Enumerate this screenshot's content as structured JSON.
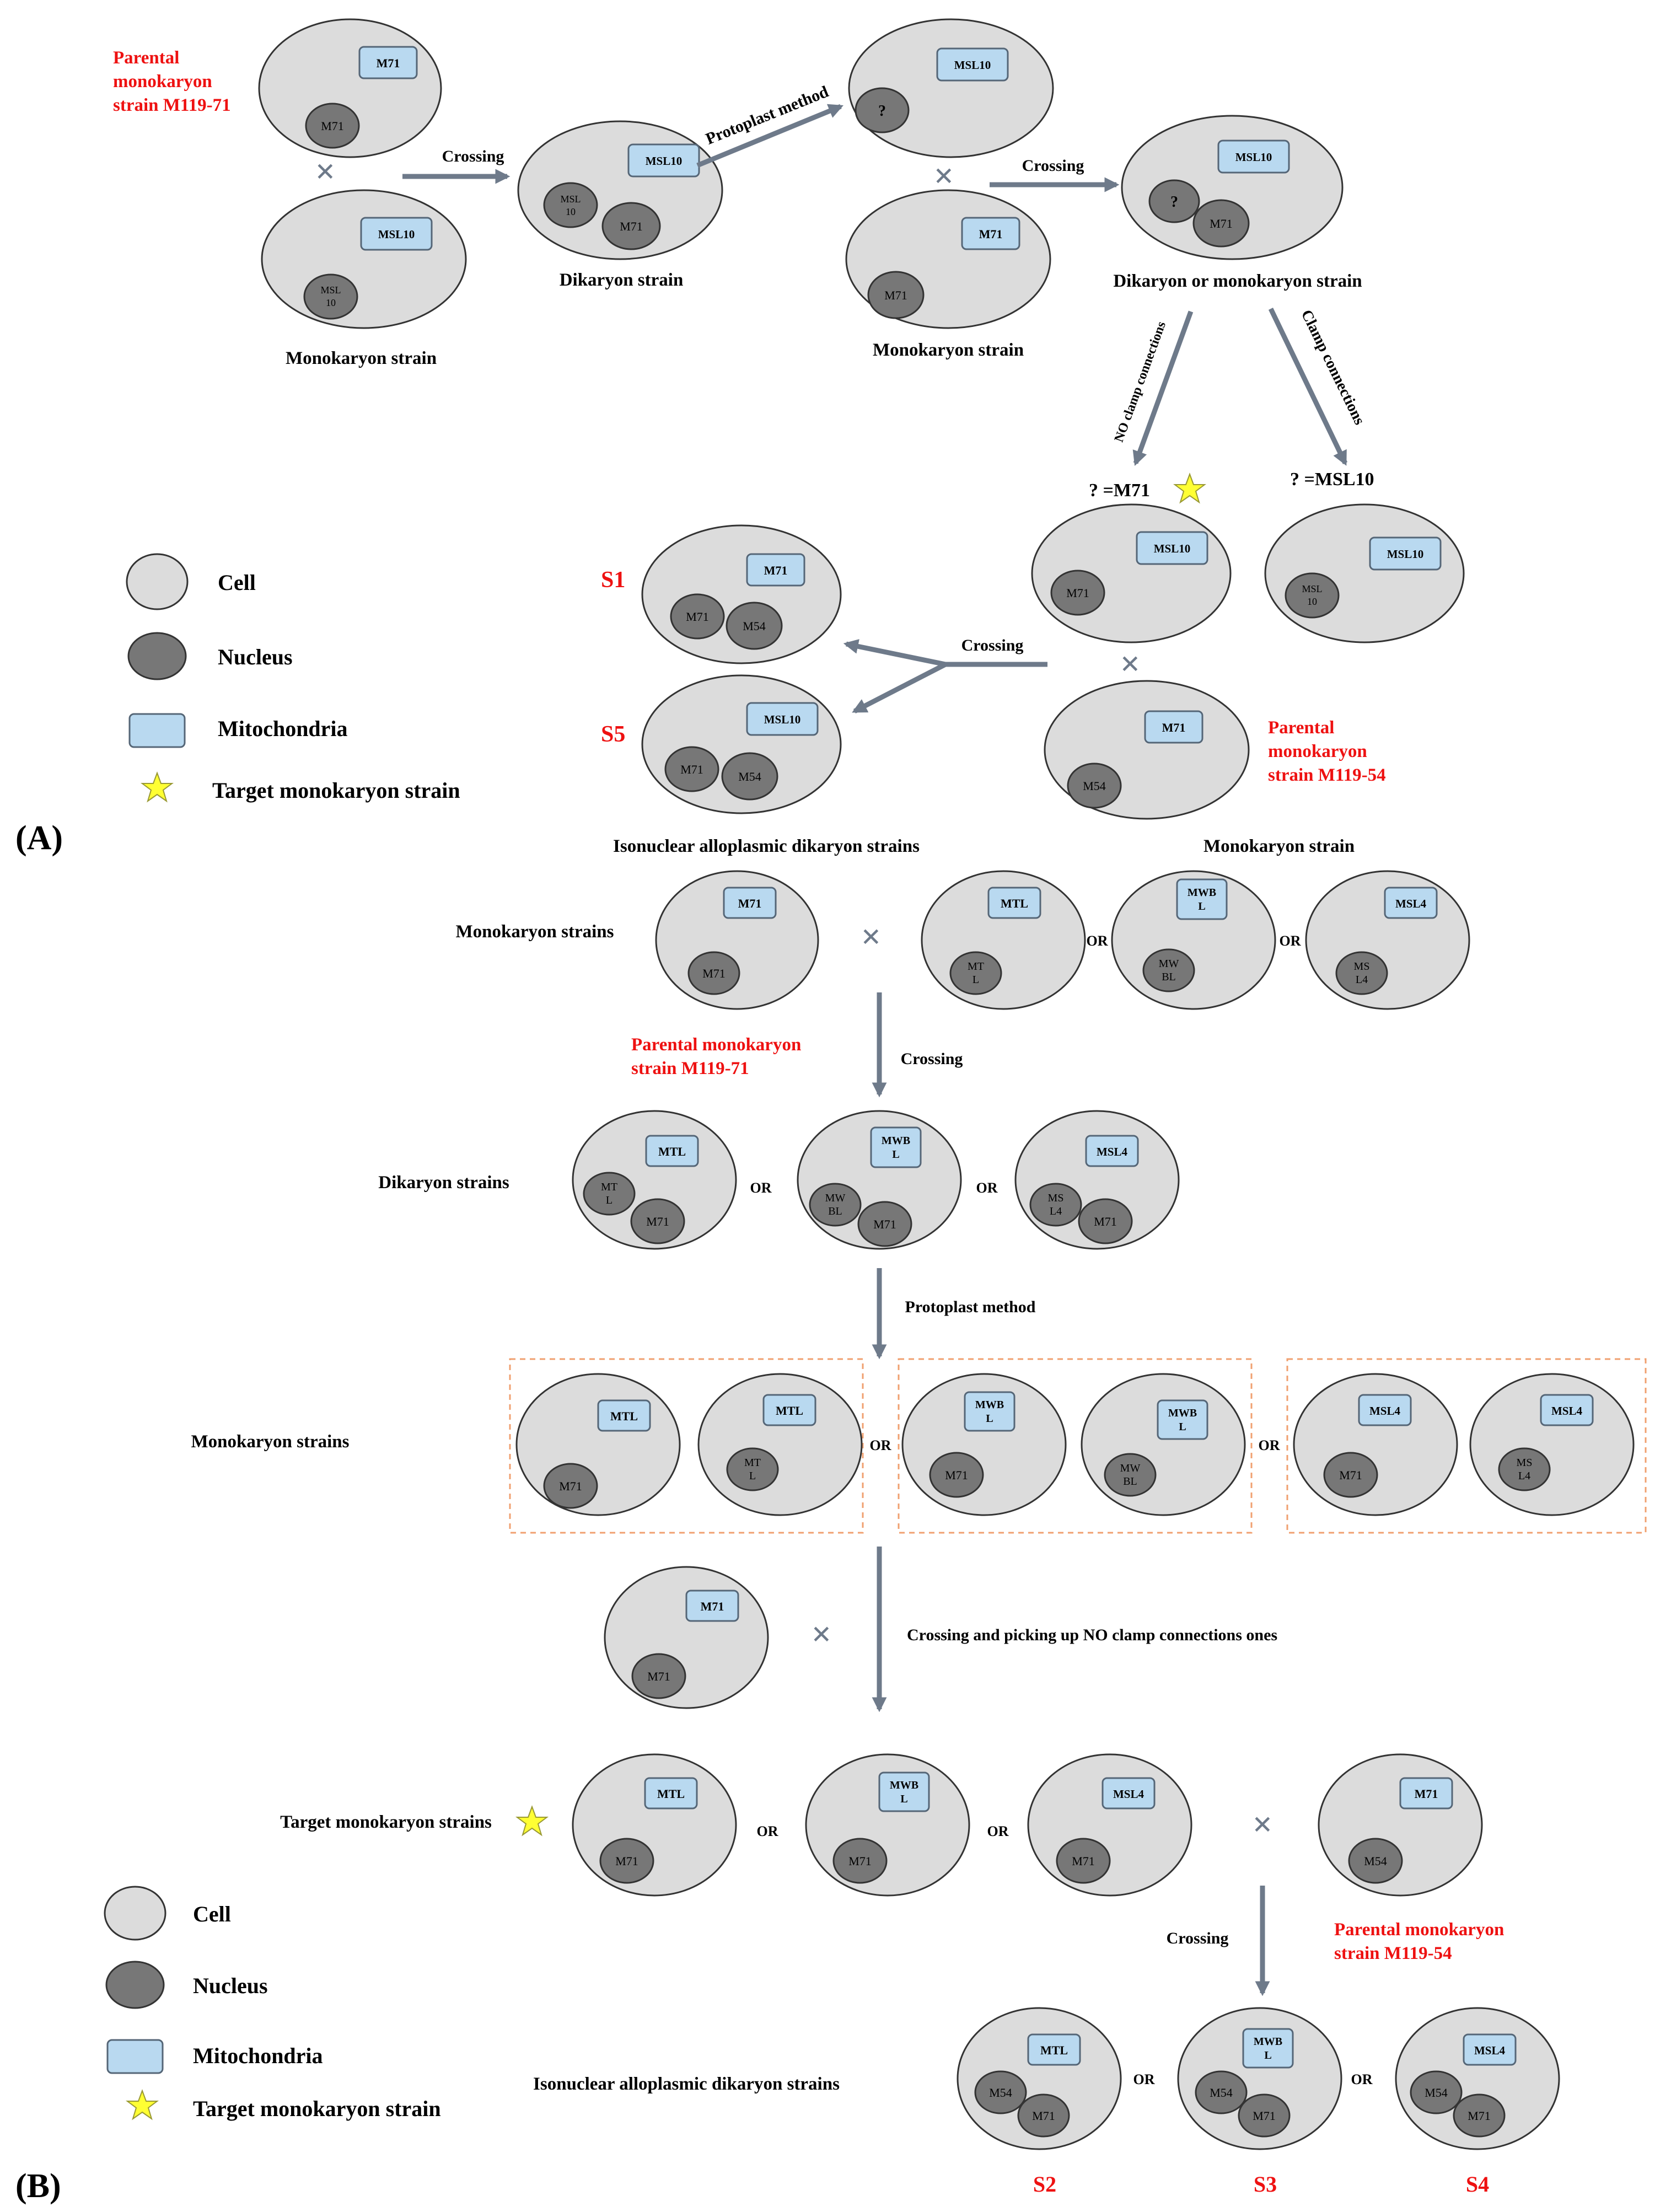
{
  "colors": {
    "cell_fill": "#dcdcdc",
    "cell_stroke": "#333333",
    "nucleus_fill": "#777777",
    "mito_fill": "#b9d9f0",
    "mito_stroke": "#556677",
    "arrow": "#6e7a8a",
    "red_text": "#ee1111",
    "dash_box": "#f0a070",
    "star": "#ffff33"
  },
  "panel_a": {
    "panel_label": "(A)",
    "parental_71_line1": "Parental",
    "parental_71_line2": "monokaryon",
    "parental_71_line3": "strain M119-71",
    "mito_m71": "M71",
    "nuc_m71": "M71",
    "mito_msl10": "MSL10",
    "nuc_msl10_l1": "MSL",
    "nuc_msl10_l2": "10",
    "nuc_unknown": "?",
    "crossing_1": "Crossing",
    "protoplast_method": "Protoplast method",
    "crossing_2": "Crossing",
    "monokaryon_strain_1": "Monokaryon strain",
    "dikaryon_strain": "Dikaryon strain",
    "monokaryon_strain_2": "Monokaryon strain",
    "dikaryon_or_monokaryon": "Dikaryon or monokaryon strain",
    "no_clamp": "NO clamp connections",
    "clamp": "Clamp connections",
    "result_m71": "? =M71",
    "result_msl10": "? =MSL10",
    "crossing_3": "Crossing",
    "s1": "S1",
    "s5": "S5",
    "nuc_m54": "M54",
    "parental_54_line1": "Parental",
    "parental_54_line2": "monokaryon",
    "parental_54_line3": "strain M119-54",
    "isonuclear_label": "Isonuclear alloplasmic dikaryon strains",
    "monokaryon_strain_3": "Monokaryon strain",
    "legend": {
      "cell": "Cell",
      "nucleus": "Nucleus",
      "mitochondria": "Mitochondria",
      "target": "Target monokaryon strain"
    }
  },
  "panel_b": {
    "panel_label": "(B)",
    "or": "OR",
    "mito_mtl": "MTL",
    "nuc_mtl_l1": "MT",
    "nuc_mtl_l2": "L",
    "mito_mwbl_l1": "MWB",
    "mito_mwbl_l2": "L",
    "nuc_mwbl_l1": "MW",
    "nuc_mwbl_l2": "BL",
    "mito_msl4": "MSL4",
    "nuc_msl4_l1": "MS",
    "nuc_msl4_l2": "L4",
    "mito_m71": "M71",
    "nuc_m71": "M71",
    "nuc_m54": "M54",
    "monokaryon_strains_1": "Monokaryon strains",
    "parental_71_line1": "Parental monokaryon",
    "parental_71_line2": "strain M119-71",
    "crossing_1": "Crossing",
    "dikaryon_strains": "Dikaryon strains",
    "protoplast_method": "Protoplast method",
    "monokaryon_strains_2": "Monokaryon strains",
    "crossing_picking": "Crossing and picking up NO clamp connections ones",
    "target_strains": "Target monokaryon strains",
    "crossing_2": "Crossing",
    "parental_54_line1": "Parental monokaryon",
    "parental_54_line2": "strain M119-54",
    "isonuclear_label": "Isonuclear alloplasmic dikaryon strains",
    "s2": "S2",
    "s3": "S3",
    "s4": "S4",
    "legend": {
      "cell": "Cell",
      "nucleus": "Nucleus",
      "mitochondria": "Mitochondria",
      "target": "Target monokaryon strain"
    }
  }
}
